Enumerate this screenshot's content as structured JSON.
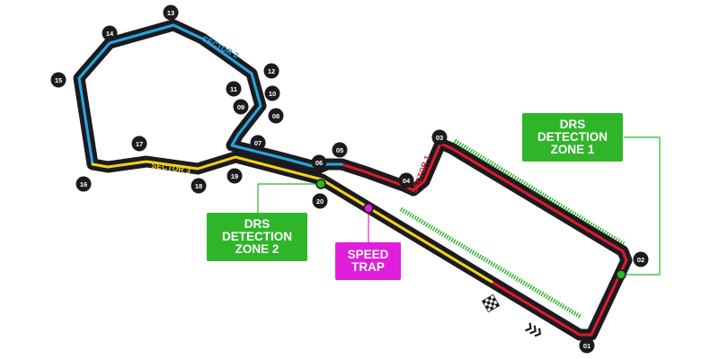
{
  "track": {
    "colors": {
      "outline": "#1b1b1f",
      "sector1": "#e1192b",
      "sector2": "#27a6e0",
      "sector3": "#f2d21b",
      "drs_marker": "#2fb52a",
      "speed_marker": "#e01edb"
    },
    "sectors": [
      {
        "label": "SECTOR 1",
        "color": "#e1192b"
      },
      {
        "label": "SECTOR 2",
        "color": "#27a6e0"
      },
      {
        "label": "SECTOR 3",
        "color": "#f2d21b"
      }
    ],
    "corners": [
      "01",
      "02",
      "03",
      "04",
      "05",
      "06",
      "07",
      "08",
      "09",
      "10",
      "11",
      "12",
      "13",
      "14",
      "15",
      "16",
      "17",
      "18",
      "19",
      "20"
    ]
  },
  "callouts": {
    "drs_zone_1": [
      "DRS",
      "DETECTION",
      "ZONE 1"
    ],
    "drs_zone_2": [
      "DRS",
      "DETECTION",
      "ZONE 2"
    ],
    "speed_trap": [
      "SPEED",
      "TRAP"
    ]
  },
  "icons": {
    "finish": "chequered-flag-icon",
    "direction": "direction-chevrons-icon"
  }
}
